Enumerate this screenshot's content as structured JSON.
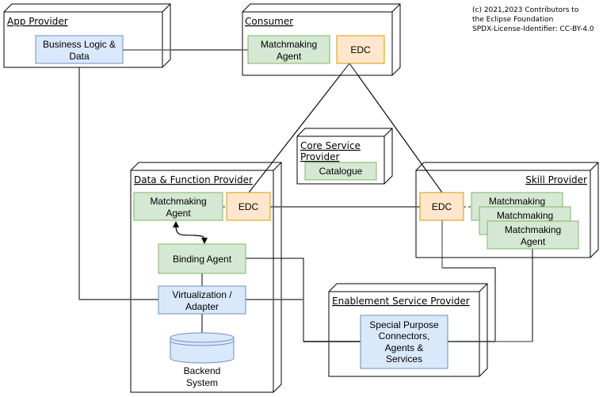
{
  "copyright": {
    "lines": [
      "(c) 2021,2023 Contributors to",
      "the Eclipse Foundation",
      "SPDX-License-Identifier: CC-BY-4.0"
    ]
  },
  "colors": {
    "green_fill": "#d5e8d4",
    "green_stroke": "#82b366",
    "blue_fill": "#dae8fc",
    "blue_stroke": "#6c8ebf",
    "orange_fill": "#ffe6cc",
    "orange_stroke": "#d79b00",
    "line_dark": "#000000",
    "line_gray": "#808080"
  },
  "nodes": {
    "app_provider": {
      "label": "App Provider",
      "components": {
        "business_logic": [
          "Business Logic &",
          "Data"
        ]
      }
    },
    "consumer": {
      "label": "Consumer",
      "components": {
        "matchmaking_agent": [
          "Matchmaking",
          "Agent"
        ],
        "edc": "EDC"
      }
    },
    "core_service_provider": {
      "label_lines": [
        "Core Service ",
        "Provider"
      ],
      "components": {
        "catalogue": "Catalogue"
      }
    },
    "data_function_provider": {
      "label": "Data & Function Provider",
      "components": {
        "matchmaking_agent": [
          "Matchmaking",
          "Agent"
        ],
        "edc": "EDC",
        "binding_agent": "Binding Agent",
        "virtualization": [
          "Virtualization /",
          "Adapter"
        ],
        "backend": [
          "Backend",
          "System"
        ]
      }
    },
    "skill_provider": {
      "label": "Skill Provider",
      "components": {
        "edc": "EDC",
        "matchmaking_1": "Matchmaking",
        "matchmaking_2": "Matchmaking",
        "matchmaking_3": [
          "Matchmaking",
          "Agent"
        ]
      }
    },
    "enablement_service_provider": {
      "label": "Enablement Service Provider",
      "components": {
        "special_purpose": [
          "Special Purpose",
          "Connectors,",
          "Agents &",
          "Services"
        ]
      }
    }
  }
}
